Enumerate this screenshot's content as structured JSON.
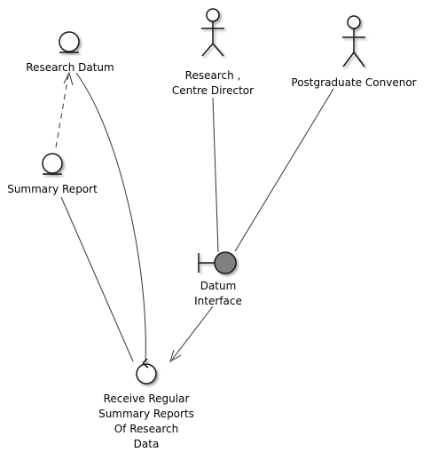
{
  "diagram": {
    "nodes": {
      "research_datum": {
        "type": "entity",
        "label": [
          "Research Datum"
        ]
      },
      "summary_report": {
        "type": "entity",
        "label": [
          "Summary Report"
        ]
      },
      "research_centre_director": {
        "type": "actor",
        "label": [
          "Research ,",
          "Centre Director"
        ]
      },
      "postgraduate_convenor": {
        "type": "actor",
        "label": [
          "Postgraduate Convenor"
        ]
      },
      "datum_interface": {
        "type": "boundary",
        "label": [
          "Datum",
          "Interface"
        ]
      },
      "receive_reports": {
        "type": "control",
        "label": [
          "Receive Regular",
          "Summary Reports",
          "Of Research",
          "Data"
        ]
      }
    },
    "edges": [
      {
        "from": "summary_report",
        "to": "research_datum",
        "style": "dashed",
        "arrow": "to"
      },
      {
        "from": "research_datum",
        "to": "receive_reports",
        "style": "solid",
        "arrow": "none"
      },
      {
        "from": "summary_report",
        "to": "receive_reports",
        "style": "solid",
        "arrow": "none"
      },
      {
        "from": "research_centre_director",
        "to": "datum_interface",
        "style": "solid",
        "arrow": "none"
      },
      {
        "from": "postgraduate_convenor",
        "to": "datum_interface",
        "style": "solid",
        "arrow": "none"
      },
      {
        "from": "datum_interface",
        "to": "receive_reports",
        "style": "solid",
        "arrow": "to"
      }
    ],
    "colors": {
      "shape_fill": "#fefefe",
      "boundary_fill": "#808080",
      "stroke": "#181818",
      "line": "#333333"
    }
  }
}
